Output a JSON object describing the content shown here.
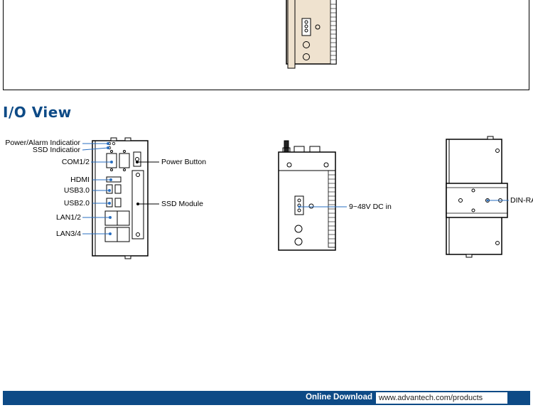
{
  "section": {
    "title": "I/O View"
  },
  "front_view": {
    "labels": {
      "power_alarm": "Power/Alarm Indicatior",
      "ssd_indicator": "SSD Indicatior",
      "com": "COM1/2",
      "hdmi": "HDMI",
      "usb3": "USB3.0",
      "usb2": "USB2.0",
      "lan12": "LAN1/2",
      "lan34": "LAN3/4",
      "power_button": "Power Button",
      "ssd_module": "SSD Module"
    }
  },
  "side_view": {
    "labels": {
      "dc_in": "9~48V DC in"
    }
  },
  "rear_view": {
    "labels": {
      "din_rail": "DIN-RA"
    }
  },
  "footer": {
    "label": "Online Download",
    "url": "www.advantech.com/products"
  },
  "colors": {
    "accent": "#0d4a86",
    "device_tan": "#efe2cf",
    "leader_blue": "#2a6fc0"
  }
}
